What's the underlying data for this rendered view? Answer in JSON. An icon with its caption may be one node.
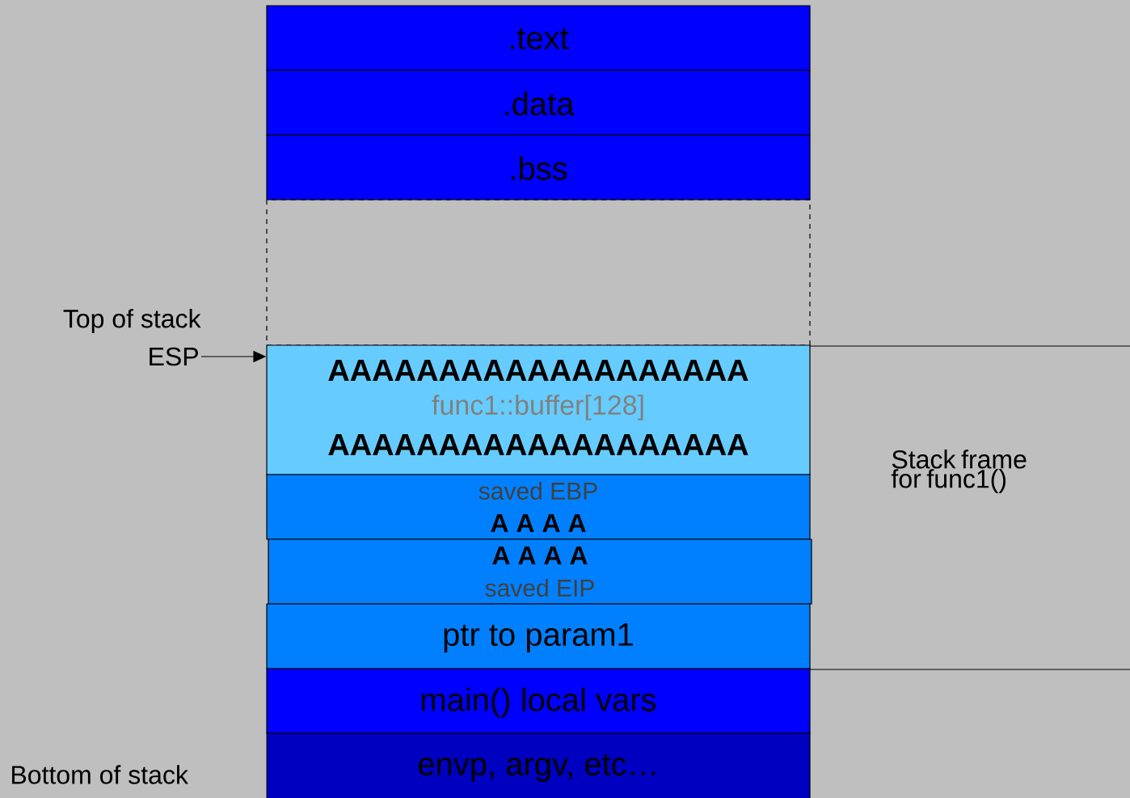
{
  "diagram": {
    "nodes": [
      {
        "text": [
          ".text"
        ]
      },
      {
        "text": [
          ".data"
        ]
      },
      {
        "text": [
          ".bss"
        ]
      },
      {
        "text": [],
        "shape": "box"
      },
      {
        "text": [
          "AAAAAAAAAAAAAAAAAAA",
          "func1::buffer[128]",
          "AAAAAAAAAAAAAAAAAAA"
        ]
      },
      {
        "text": [
          "saved EBP",
          "A A A A"
        ]
      },
      {
        "text": [
          "A A A A",
          "saved EIP"
        ]
      },
      {
        "text": [
          "ptr to param1"
        ]
      },
      {
        "text": [
          "main() local vars"
        ]
      },
      {
        "text": [
          "envp, argv, etc…"
        ]
      },
      {
        "text": [
          "ESP"
        ]
      }
    ],
    "edges": [
      {
        "from": 10,
        "to": 4,
        "arrow": "to"
      }
    ],
    "labels": [
      "Top of stack",
      "Stack frame for func1()",
      "Bottom of stack"
    ]
  }
}
